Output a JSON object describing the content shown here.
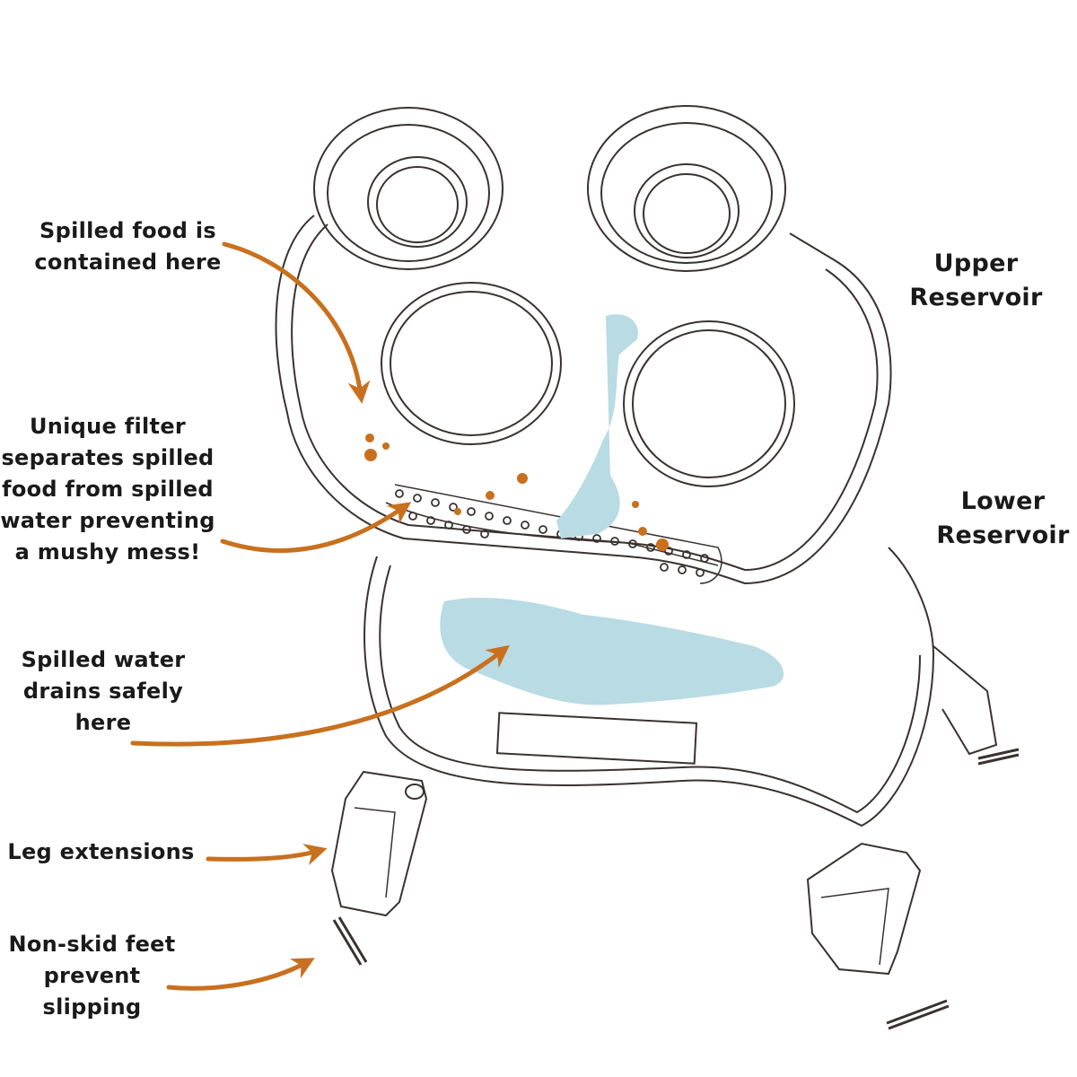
{
  "diagram": {
    "title": "Elevated pet feeder exploded view",
    "colors": {
      "arrow": "#c8701e",
      "water": "#b8dbe4",
      "food": "#c8701e",
      "outline": "#3a3230",
      "text": "#1a1a1a"
    },
    "callouts": [
      {
        "id": "spilled-food",
        "text": "Spilled food is\ncontained here"
      },
      {
        "id": "unique-filter",
        "text": "Unique filter\nseparates spilled\nfood from spilled\nwater preventing\na mushy mess!"
      },
      {
        "id": "spilled-water",
        "text": "Spilled water\ndrains safely\nhere"
      },
      {
        "id": "leg-extensions",
        "text": "Leg extensions"
      },
      {
        "id": "non-skid-feet",
        "text": "Non-skid feet\nprevent\nslipping"
      }
    ],
    "part_labels": [
      {
        "id": "upper-reservoir",
        "text": "Upper\nReservoir"
      },
      {
        "id": "lower-reservoir",
        "text": "Lower\nReservoir"
      }
    ]
  }
}
